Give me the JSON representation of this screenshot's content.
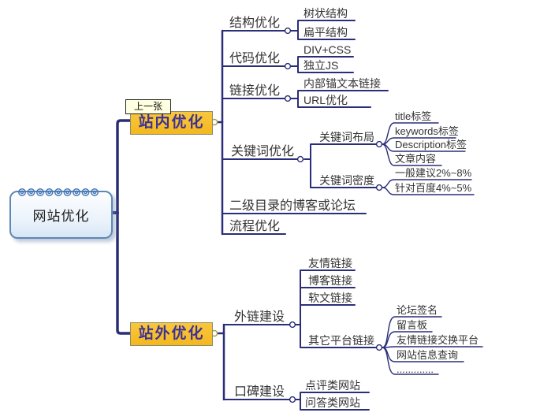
{
  "note": {
    "label": "上一张"
  },
  "root": {
    "label": "网站优化"
  },
  "colors": {
    "line": "#2A2E78",
    "topic_bg": "#F4B81E",
    "topic_text": "#3D3196",
    "topic_border": "#8F8C6B",
    "root_border": "#5E87B8",
    "root_fill": "#E8F1FA",
    "note_bg": "#FFFFE1"
  },
  "branches": [
    {
      "label": "站内优化",
      "children": [
        {
          "label": "结构优化",
          "children": [
            {
              "label": "树状结构"
            },
            {
              "label": "扁平结构"
            }
          ]
        },
        {
          "label": "代码优化",
          "children": [
            {
              "label": "DIV+CSS"
            },
            {
              "label": "独立JS"
            }
          ]
        },
        {
          "label": "链接优化",
          "children": [
            {
              "label": "内部锚文本链接"
            },
            {
              "label": "URL优化"
            }
          ]
        },
        {
          "label": "关键词优化",
          "children": [
            {
              "label": "关键词布局",
              "children": [
                {
                  "label": "title标签"
                },
                {
                  "label": "keywords标签"
                },
                {
                  "label": "Description标签"
                },
                {
                  "label": "文章内容"
                }
              ]
            },
            {
              "label": "关键词密度",
              "children": [
                {
                  "label": "一般建议2%~8%"
                },
                {
                  "label": "针对百度4%~5%"
                }
              ]
            }
          ]
        },
        {
          "label": "二级目录的博客或论坛"
        },
        {
          "label": "流程优化"
        }
      ]
    },
    {
      "label": "站外优化",
      "children": [
        {
          "label": "外链建设",
          "children": [
            {
              "label": "友情链接"
            },
            {
              "label": "博客链接"
            },
            {
              "label": "软文链接"
            },
            {
              "label": "其它平台链接",
              "children": [
                {
                  "label": "论坛签名"
                },
                {
                  "label": "留言板"
                },
                {
                  "label": "友情链接交换平台"
                },
                {
                  "label": "网站信息查询"
                },
                {
                  "label": "............."
                }
              ]
            }
          ]
        },
        {
          "label": "口碑建设",
          "children": [
            {
              "label": "点评类网站"
            },
            {
              "label": "问答类网站"
            }
          ]
        }
      ]
    }
  ]
}
